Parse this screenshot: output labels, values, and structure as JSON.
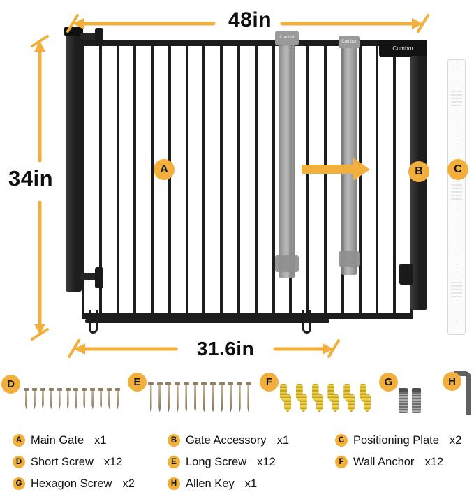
{
  "brand": "Cumbor",
  "dimensions": {
    "top_width": "48in",
    "side_height": "34in",
    "bottom_width": "31.6in"
  },
  "colors": {
    "accent": "#F2AF3C",
    "gate_black": "#1D1D1D",
    "accessory_gray": "#9A9A9A",
    "anchor_yellow": "#EDD24B",
    "plate_white": "#FBFBFB"
  },
  "hardware_counts": {
    "gate_bars": 20,
    "short_screws": 12,
    "long_screws": 12,
    "anchors_per_row": 6,
    "hexagon_screws": 2
  },
  "legend": [
    {
      "letter": "A",
      "name": "Main Gate",
      "qty": "x1"
    },
    {
      "letter": "B",
      "name": "Gate Accessory",
      "qty": "x1"
    },
    {
      "letter": "C",
      "name": "Positioning Plate",
      "qty": "x2"
    },
    {
      "letter": "D",
      "name": "Short Screw",
      "qty": "x12"
    },
    {
      "letter": "E",
      "name": "Long Screw",
      "qty": "x12"
    },
    {
      "letter": "F",
      "name": "Wall Anchor",
      "qty": "x12"
    },
    {
      "letter": "G",
      "name": "Hexagon Screw",
      "qty": "x2"
    },
    {
      "letter": "H",
      "name": "Allen Key",
      "qty": "x1"
    }
  ]
}
